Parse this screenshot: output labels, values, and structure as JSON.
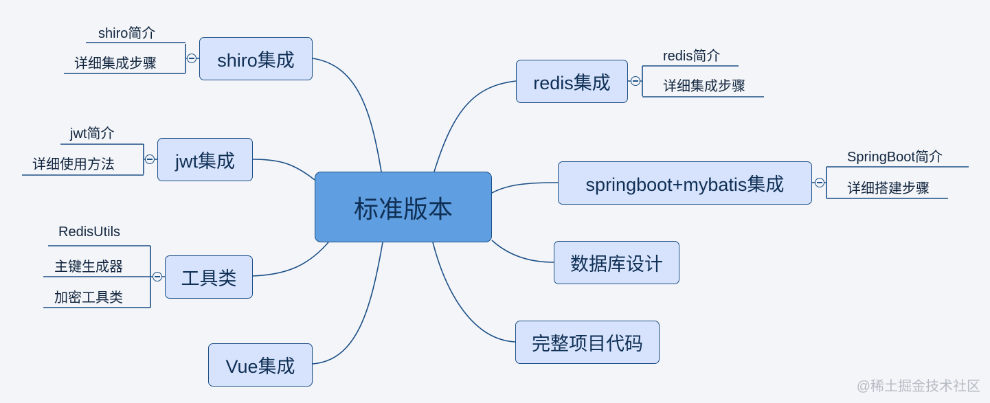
{
  "root": {
    "label": "标准版本"
  },
  "topics": {
    "shiro": {
      "label": "shiro集成",
      "children": [
        "shiro简介",
        "详细集成步骤"
      ]
    },
    "jwt": {
      "label": "jwt集成",
      "children": [
        "jwt简介",
        "详细使用方法"
      ]
    },
    "tools": {
      "label": "工具类",
      "children": [
        "RedisUtils",
        "主键生成器",
        "加密工具类"
      ]
    },
    "vue": {
      "label": "Vue集成"
    },
    "redis": {
      "label": "redis集成",
      "children": [
        "redis简介",
        "详细集成步骤"
      ]
    },
    "springboot": {
      "label": "springboot+mybatis集成",
      "children": [
        "SpringBoot简介",
        "详细搭建步骤"
      ]
    },
    "database": {
      "label": "数据库设计"
    },
    "code": {
      "label": "完整项目代码"
    }
  },
  "watermark": "@稀土掘金技术社区",
  "colors": {
    "root_fill": "#5f9ee0",
    "node_fill": "#d7e3fc",
    "line": "#1c4f86",
    "background": "#f3f5f9"
  }
}
